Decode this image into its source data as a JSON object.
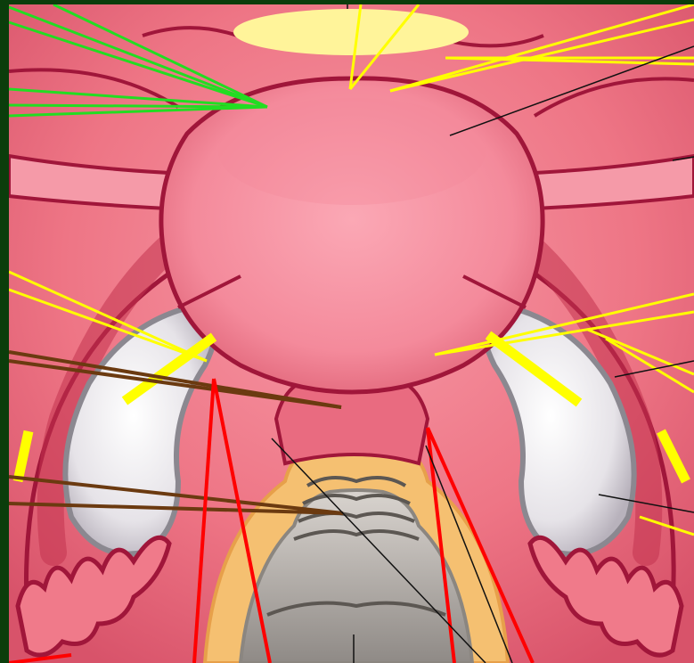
{
  "figure": {
    "structures": [
      {
        "id": "fundus-uterus",
        "label": ""
      },
      {
        "id": "body-uterus",
        "label": ""
      },
      {
        "id": "fallopian-tube-left",
        "label": ""
      },
      {
        "id": "fallopian-tube-right",
        "label": ""
      },
      {
        "id": "ovary-left",
        "label": ""
      },
      {
        "id": "ovary-right",
        "label": ""
      },
      {
        "id": "cervix",
        "label": ""
      },
      {
        "id": "vagina",
        "label": ""
      },
      {
        "id": "fimbriae-left",
        "label": ""
      },
      {
        "id": "fimbriae-right",
        "label": ""
      }
    ],
    "pointer_colors": {
      "green": "#22dd22",
      "yellow": "#ffff00",
      "brown": "#6b3a10",
      "red": "#ff0000",
      "black": "#000000"
    },
    "palette": {
      "background": "#0b3d0b",
      "tissue": "#f07a8a",
      "tissue_dark": "#c2334e",
      "uterus": "#f58a9a",
      "outline": "#a0163a",
      "ovary": "#e8e8ec",
      "cervix_tan": "#f5c071",
      "vagina_gray": "#b0a8a0",
      "label_box": "#fff49a"
    }
  }
}
